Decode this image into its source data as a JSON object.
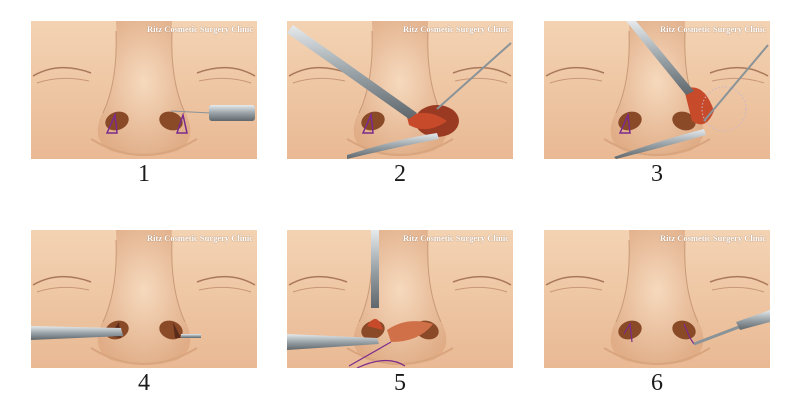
{
  "watermark": "Ritz Cosmetic Surgery Clinic",
  "steps": [
    {
      "number": "1"
    },
    {
      "number": "2"
    },
    {
      "number": "3"
    },
    {
      "number": "4"
    },
    {
      "number": "5"
    },
    {
      "number": "6"
    }
  ],
  "colors": {
    "skin": "#f0c9a6",
    "skin_shadow": "#d9a57e",
    "nostril": "#8a4a28",
    "tissue": "#c74a2a",
    "marking": "#7b2a8c",
    "instrument": "#9aa3a8"
  }
}
